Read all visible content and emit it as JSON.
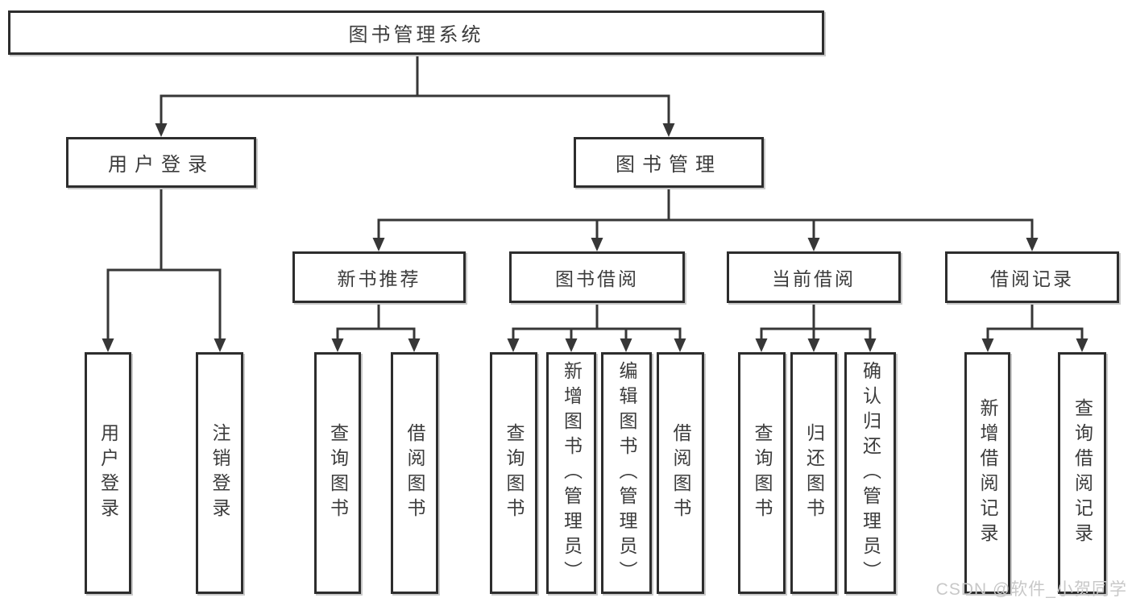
{
  "diagram": {
    "title": "图书管理系统",
    "nodes": {
      "root": "图书管理系统",
      "user_login": "用户登录",
      "book_mgmt": "图书管理",
      "new_book_rec": "新书推荐",
      "book_borrow": "图书借阅",
      "current_borrow": "当前借阅",
      "borrow_records": "借阅记录",
      "leaf_user_login": "用户登录",
      "leaf_logout": "注销登录",
      "leaf_rec_query": "查询图书",
      "leaf_rec_borrow": "借阅图书",
      "leaf_bb_query": "查询图书",
      "leaf_bb_add": "新增图书（管理员）",
      "leaf_bb_edit": "编辑图书（管理员）",
      "leaf_bb_borrow": "借阅图书",
      "leaf_cb_query": "查询图书",
      "leaf_cb_return": "归还图书",
      "leaf_cb_confirm": "确认归还（管理员）",
      "leaf_br_add": "新增借阅记录",
      "leaf_br_query": "查询借阅记录"
    },
    "line_color": "#373737",
    "border_color": "#2d2d2d",
    "text_color": "#3c3c3c"
  },
  "watermark": "CSDN @软件_小贺同学"
}
